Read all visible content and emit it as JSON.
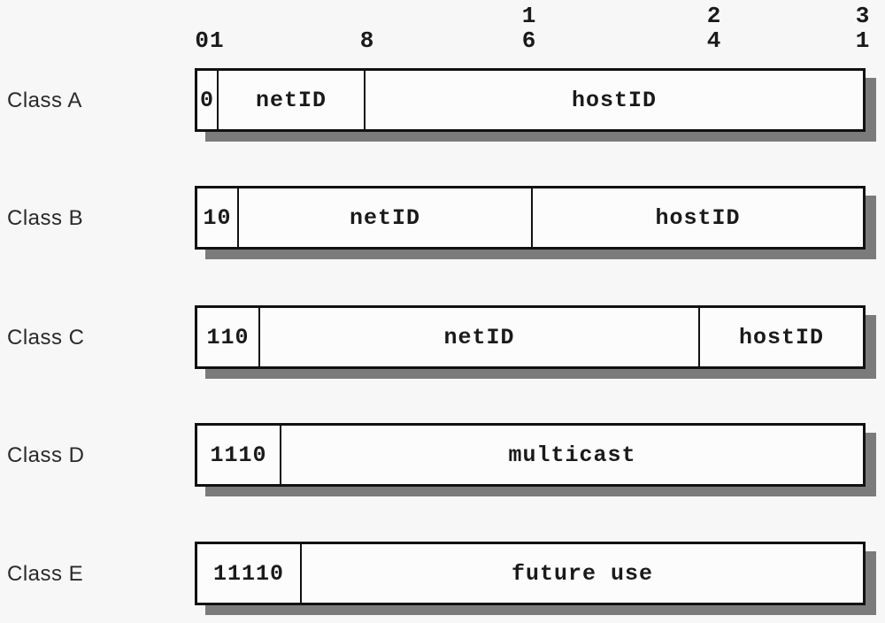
{
  "diagram": {
    "description": "IPv4 address class bit layouts (Class A through Class E)",
    "axis_labels": [
      {
        "lines": [
          "01"
        ]
      },
      {
        "lines": [
          "8"
        ]
      },
      {
        "lines": [
          "1",
          "6"
        ]
      },
      {
        "lines": [
          "2",
          "4"
        ]
      },
      {
        "lines": [
          "3",
          "1"
        ]
      }
    ],
    "rows": [
      {
        "label": "Class A",
        "cells": [
          {
            "text": "0",
            "bits": 1
          },
          {
            "text": "netID",
            "bits": 7
          },
          {
            "text": "hostID",
            "bits": 24
          }
        ]
      },
      {
        "label": "Class B",
        "cells": [
          {
            "text": "10",
            "bits": 2
          },
          {
            "text": "netID",
            "bits": 14
          },
          {
            "text": "hostID",
            "bits": 16
          }
        ]
      },
      {
        "label": "Class C",
        "cells": [
          {
            "text": "110",
            "bits": 3
          },
          {
            "text": "netID",
            "bits": 21
          },
          {
            "text": "hostID",
            "bits": 8
          }
        ]
      },
      {
        "label": "Class D",
        "cells": [
          {
            "text": "1110",
            "bits": 4
          },
          {
            "text": "multicast",
            "bits": 28
          }
        ]
      },
      {
        "label": "Class E",
        "cells": [
          {
            "text": "11110",
            "bits": 5
          },
          {
            "text": "future use",
            "bits": 27
          }
        ]
      }
    ],
    "colors": {
      "background": "#f7f7f7",
      "box_fill": "#fcfcfc",
      "border": "#111111",
      "shadow": "#7b7b7b",
      "text": "#1a1a1a"
    }
  }
}
